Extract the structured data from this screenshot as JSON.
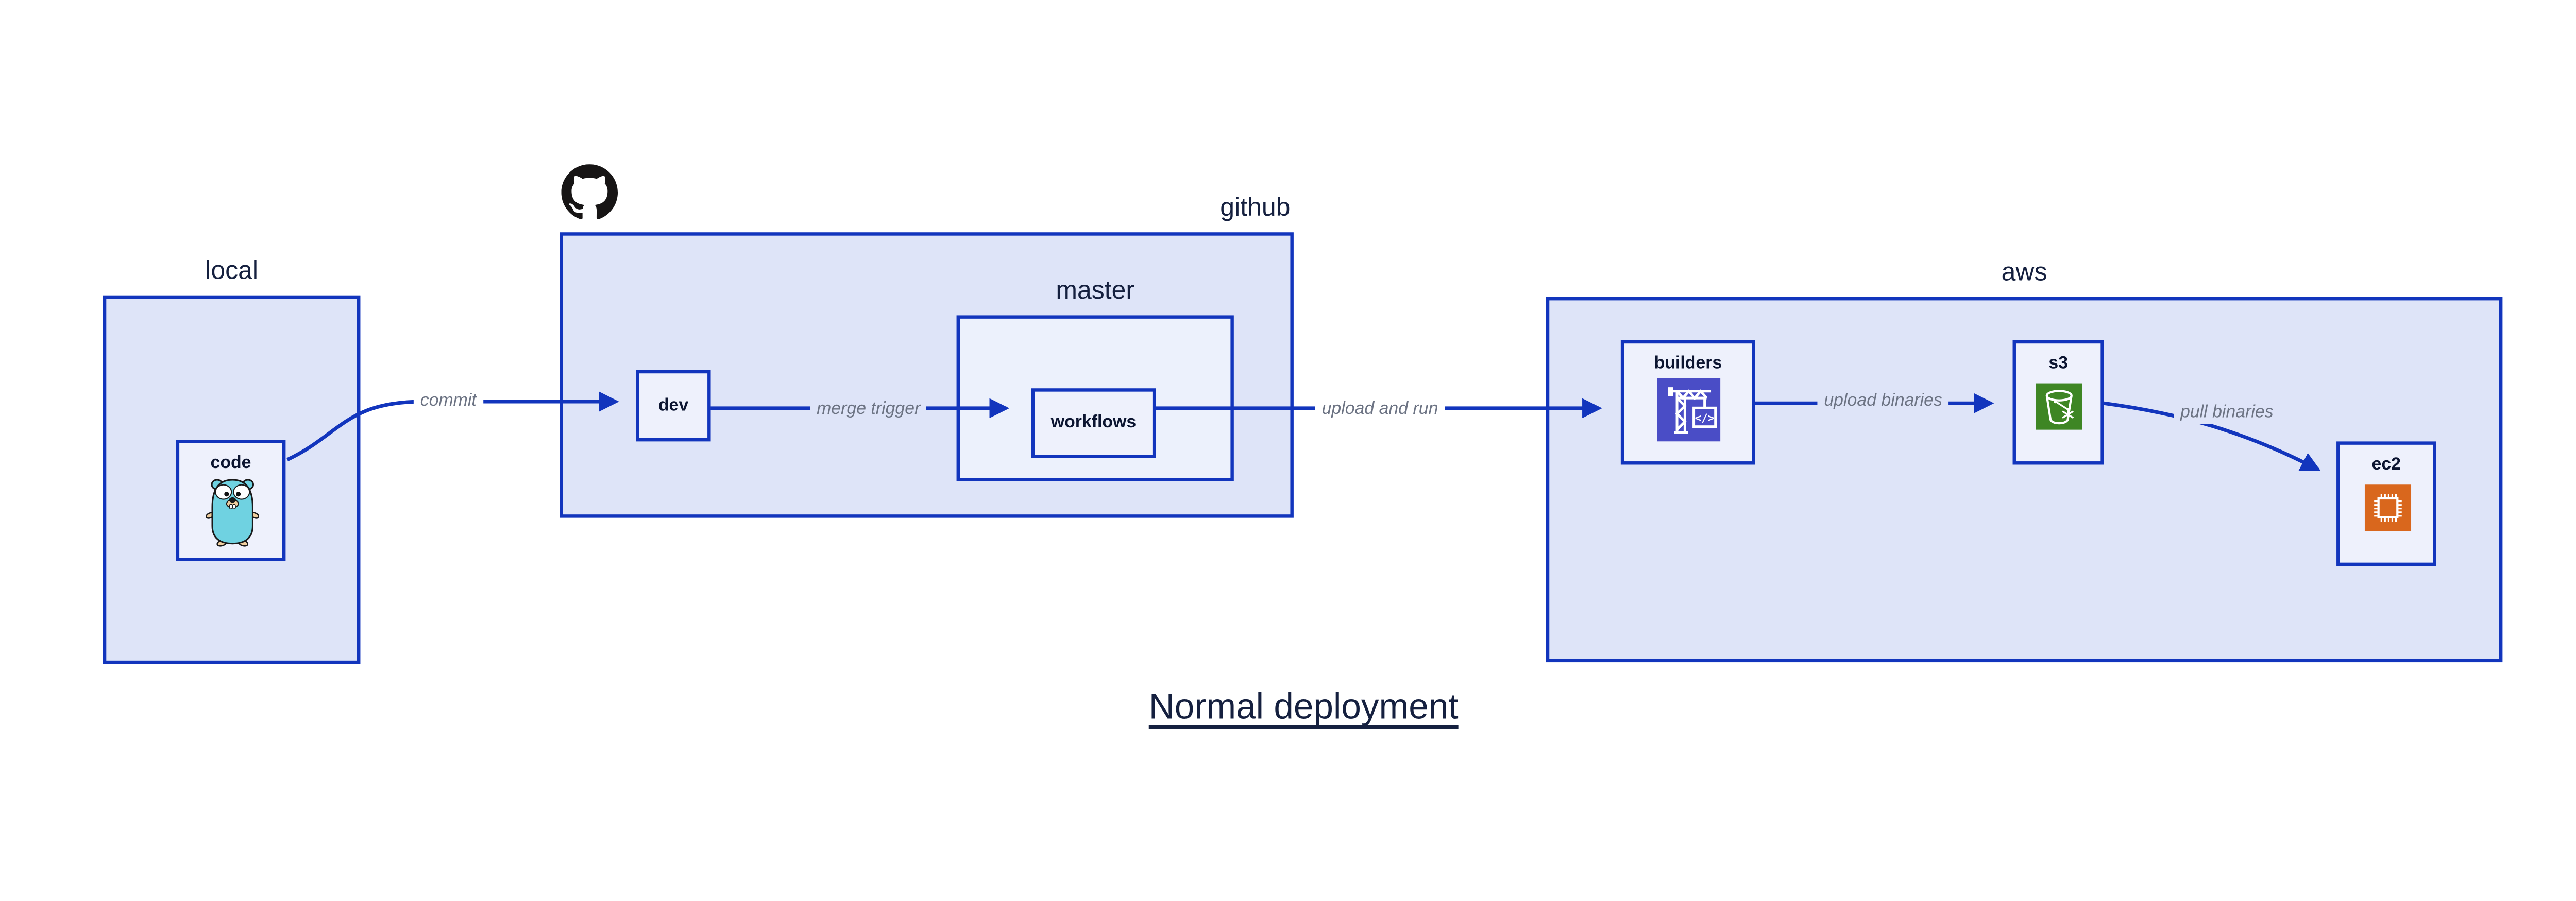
{
  "title": "Normal deployment",
  "colors": {
    "edge-blue": "#1235bd",
    "container-fill": "#dee4f8",
    "master-fill": "#ecf1fc",
    "node-fill": "#eef1fc",
    "node-text": "#0c1531",
    "container-text": "#15203f",
    "edge-label": "#6c7383",
    "octocat-black": "#171515",
    "gopher-body": "#6fd2e1",
    "gopher-skin": "#efce9f",
    "builders-icon-bg": "#4a4dc6",
    "s3-icon-bg": "#3e8624",
    "ec2-icon-bg": "#d9671d"
  },
  "containers": {
    "local": {
      "label": "local"
    },
    "github": {
      "label": "github"
    },
    "master": {
      "label": "master"
    },
    "aws": {
      "label": "aws"
    }
  },
  "nodes": {
    "code": {
      "label": "code"
    },
    "dev": {
      "label": "dev"
    },
    "workflows": {
      "label": "workflows"
    },
    "builders": {
      "label": "builders"
    },
    "s3": {
      "label": "s3"
    },
    "ec2": {
      "label": "ec2"
    }
  },
  "edges": {
    "commit": {
      "label": "commit"
    },
    "merge_trigger": {
      "label": "merge trigger"
    },
    "upload_and_run": {
      "label": "upload and run"
    },
    "upload_binaries": {
      "label": "upload binaries"
    },
    "pull_binaries": {
      "label": "pull binaries"
    }
  },
  "icons": {
    "octocat": "github-octocat",
    "gopher": "go-gopher",
    "builders": "codebuild-crane",
    "builders_glyph": "</>",
    "s3": "s3-glacier-bucket",
    "ec2": "ec2-chip"
  }
}
